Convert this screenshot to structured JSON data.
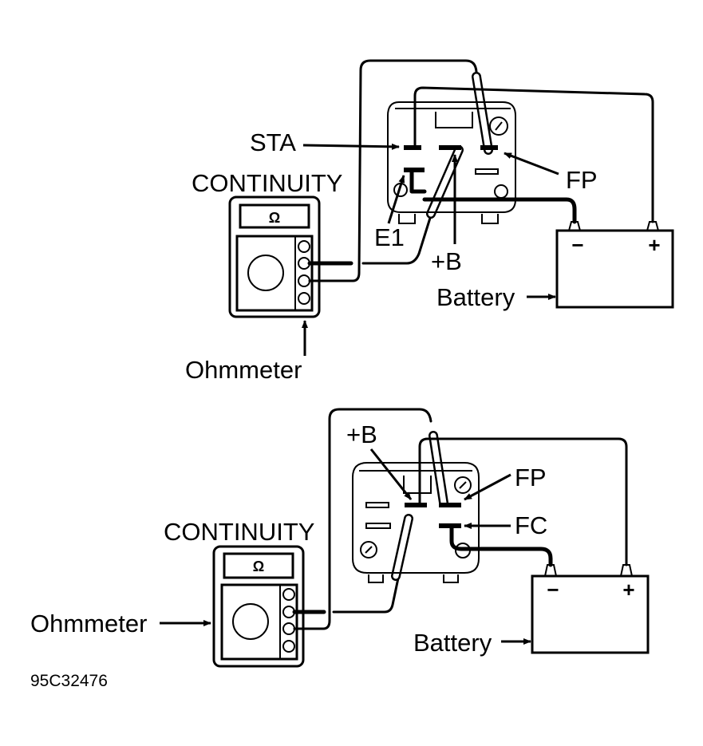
{
  "figure_id": "95C32476",
  "colors": {
    "ink": "#000000",
    "background": "#ffffff"
  },
  "diagrams": [
    {
      "name": "top",
      "mode_label": "CONTINUITY",
      "meter_symbol": "Ω",
      "meter_label": "Ohmmeter",
      "battery_label": "Battery",
      "battery_neg": "−",
      "battery_pos": "+",
      "terminals": [
        "STA",
        "FP",
        "E1",
        "+B"
      ]
    },
    {
      "name": "bottom",
      "mode_label": "CONTINUITY",
      "meter_symbol": "Ω",
      "meter_label": "Ohmmeter",
      "battery_label": "Battery",
      "battery_neg": "−",
      "battery_pos": "+",
      "terminals": [
        "+B",
        "FP",
        "FC"
      ]
    }
  ]
}
